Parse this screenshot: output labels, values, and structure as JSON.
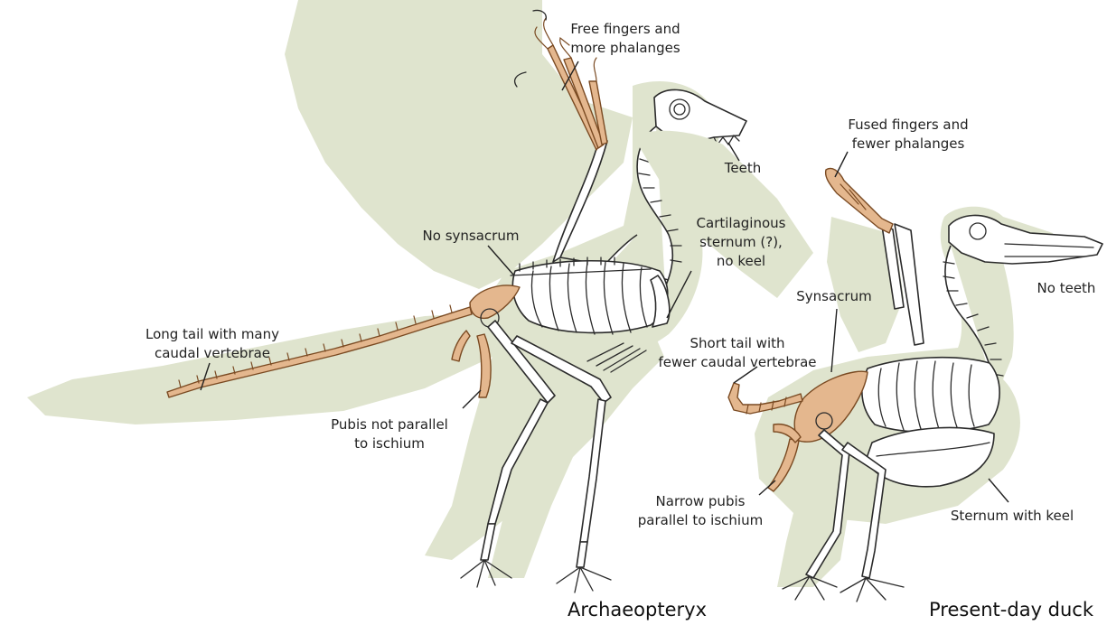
{
  "colors": {
    "background": "#ffffff",
    "silhouette": "#dfe4ce",
    "bone": "#ffffff",
    "bone_outline": "#2b2b2b",
    "highlight_bone": "#e4b78e",
    "highlight_outline": "#7a4a22",
    "leader_line": "#222222"
  },
  "specimens": {
    "archaeopteryx": {
      "name": "Archaeopteryx",
      "labels": {
        "free_fingers": "Free fingers and\nmore phalanges",
        "teeth": "Teeth",
        "no_synsacrum": "No synsacrum",
        "cartilaginous_sternum": "Cartilaginous\nsternum (?),\nno keel",
        "long_tail": "Long tail with many\ncaudal vertebrae",
        "pubis_not_parallel": "Pubis not parallel\nto ischium"
      }
    },
    "duck": {
      "name": "Present-day duck",
      "labels": {
        "fused_fingers": "Fused fingers and\nfewer phalanges",
        "no_teeth": "No teeth",
        "synsacrum": "Synsacrum",
        "short_tail": "Short tail with\nfewer caudal vertebrae",
        "narrow_pubis": "Narrow pubis\nparallel to ischium",
        "sternum_keel": "Sternum with keel"
      }
    }
  }
}
